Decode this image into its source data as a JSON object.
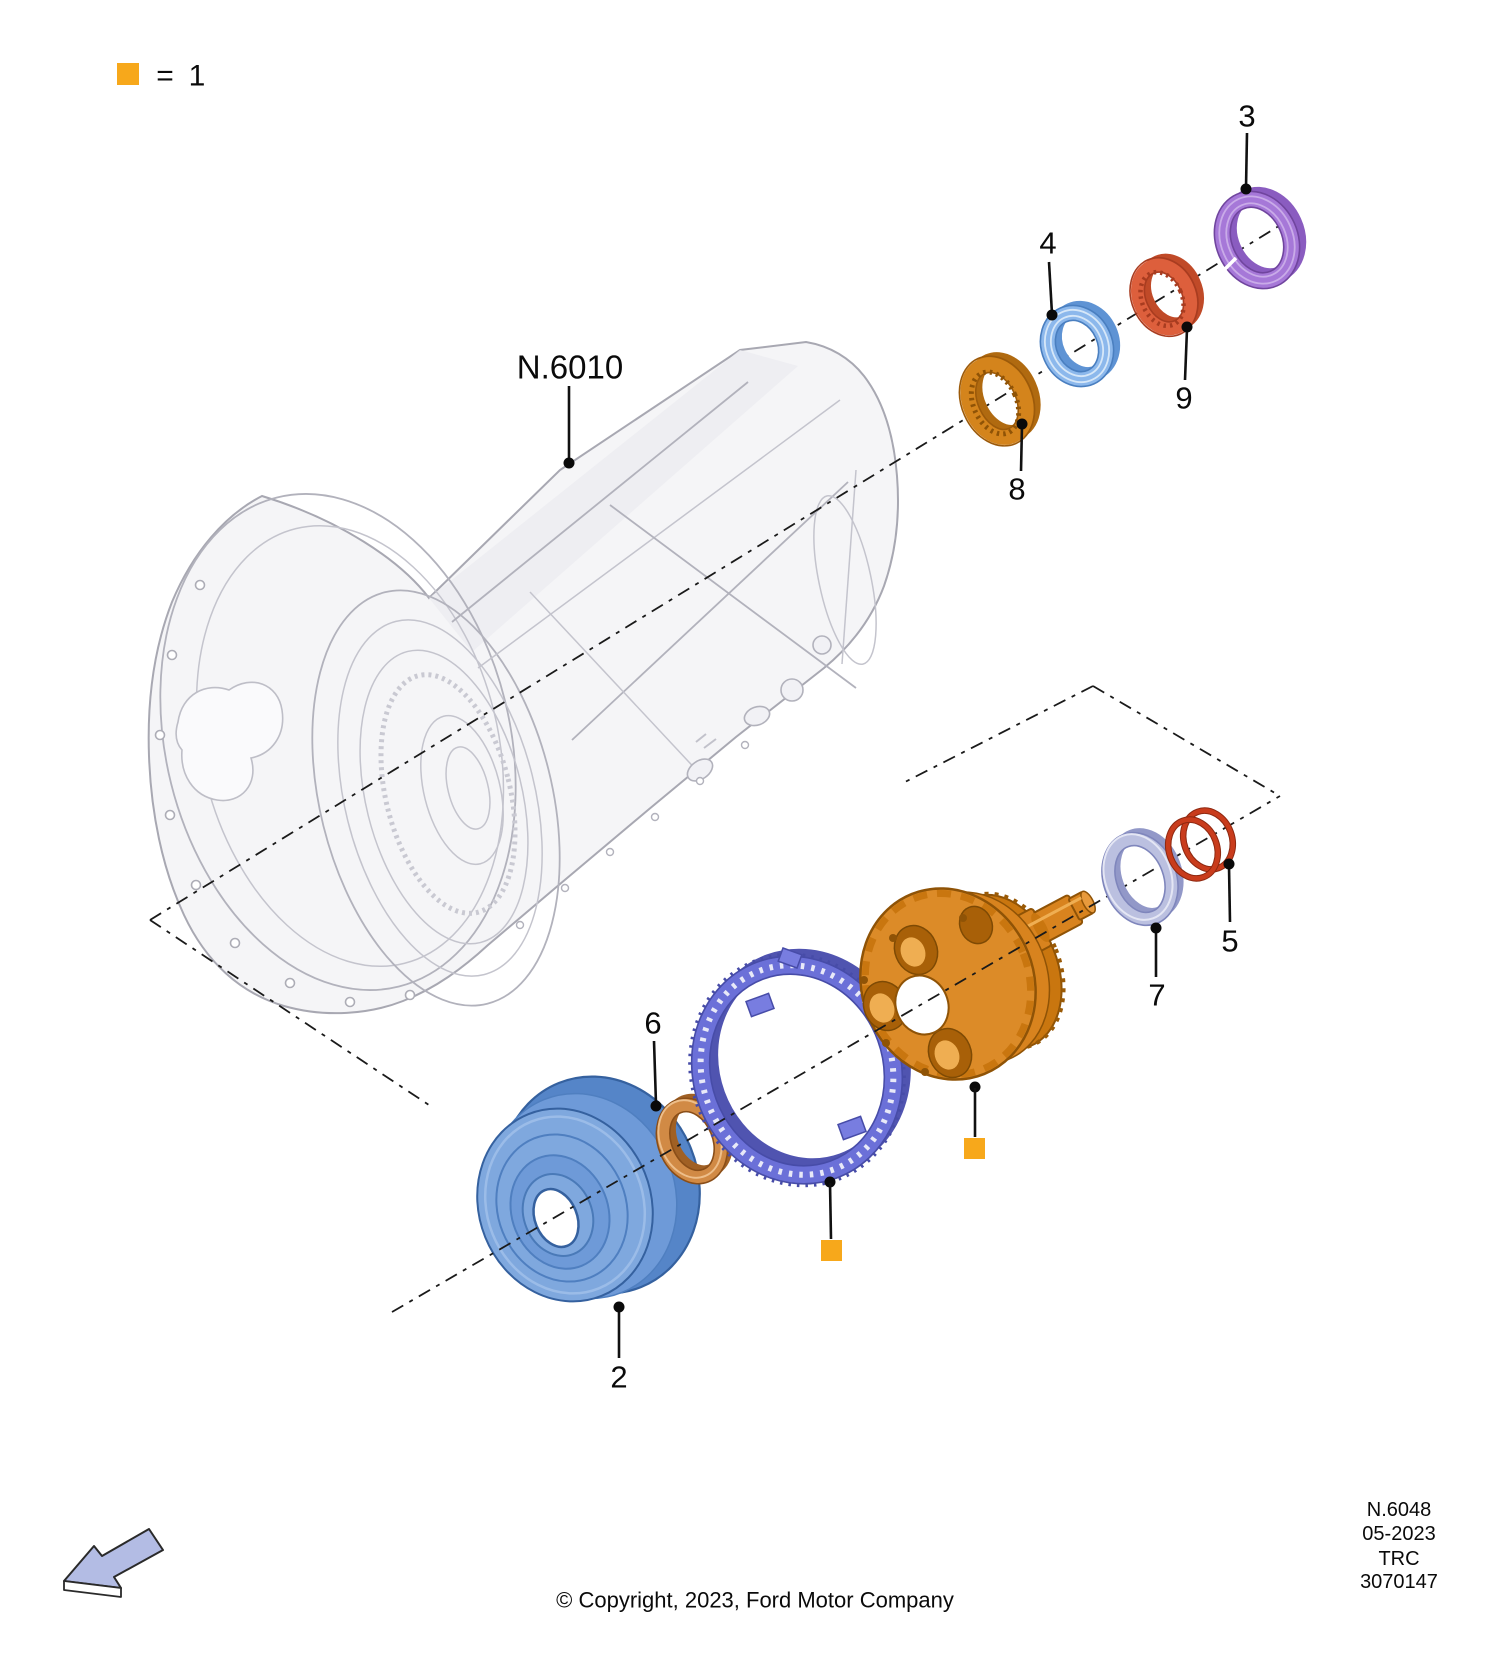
{
  "legend": {
    "equals_sign": "=",
    "quantity": "1",
    "marker_color": "#F7A81B"
  },
  "labels": {
    "housing": "N.6010",
    "part2": "2",
    "part3": "3",
    "part4": "4",
    "part5": "5",
    "part6": "6",
    "part7": "7",
    "part8": "8",
    "part9": "9"
  },
  "part_colors": {
    "housing": "#F5F5F7",
    "part2_drum": "#6E9AD8",
    "part3_seal": "#A678D8",
    "part4_ring": "#8CB8EC",
    "part5_coil_ring": "#C93C1C",
    "part6_washer": "#D18A45",
    "part7_ring": "#BBC0E0",
    "part8_bearing": "#D4841C",
    "part9_bearing": "#DD5F3C",
    "ratchet_ring": "#6B70D8",
    "carrier": "#D8831E",
    "quantity_marker": "#F7A81B",
    "direction_arrow": "#B3BCE4"
  },
  "footer": {
    "copyright": "© Copyright, 2023, Ford Motor Company",
    "doc_code": "N.6048",
    "doc_date": "05-2023",
    "doc_type": "TRC",
    "doc_number": "3070147"
  }
}
